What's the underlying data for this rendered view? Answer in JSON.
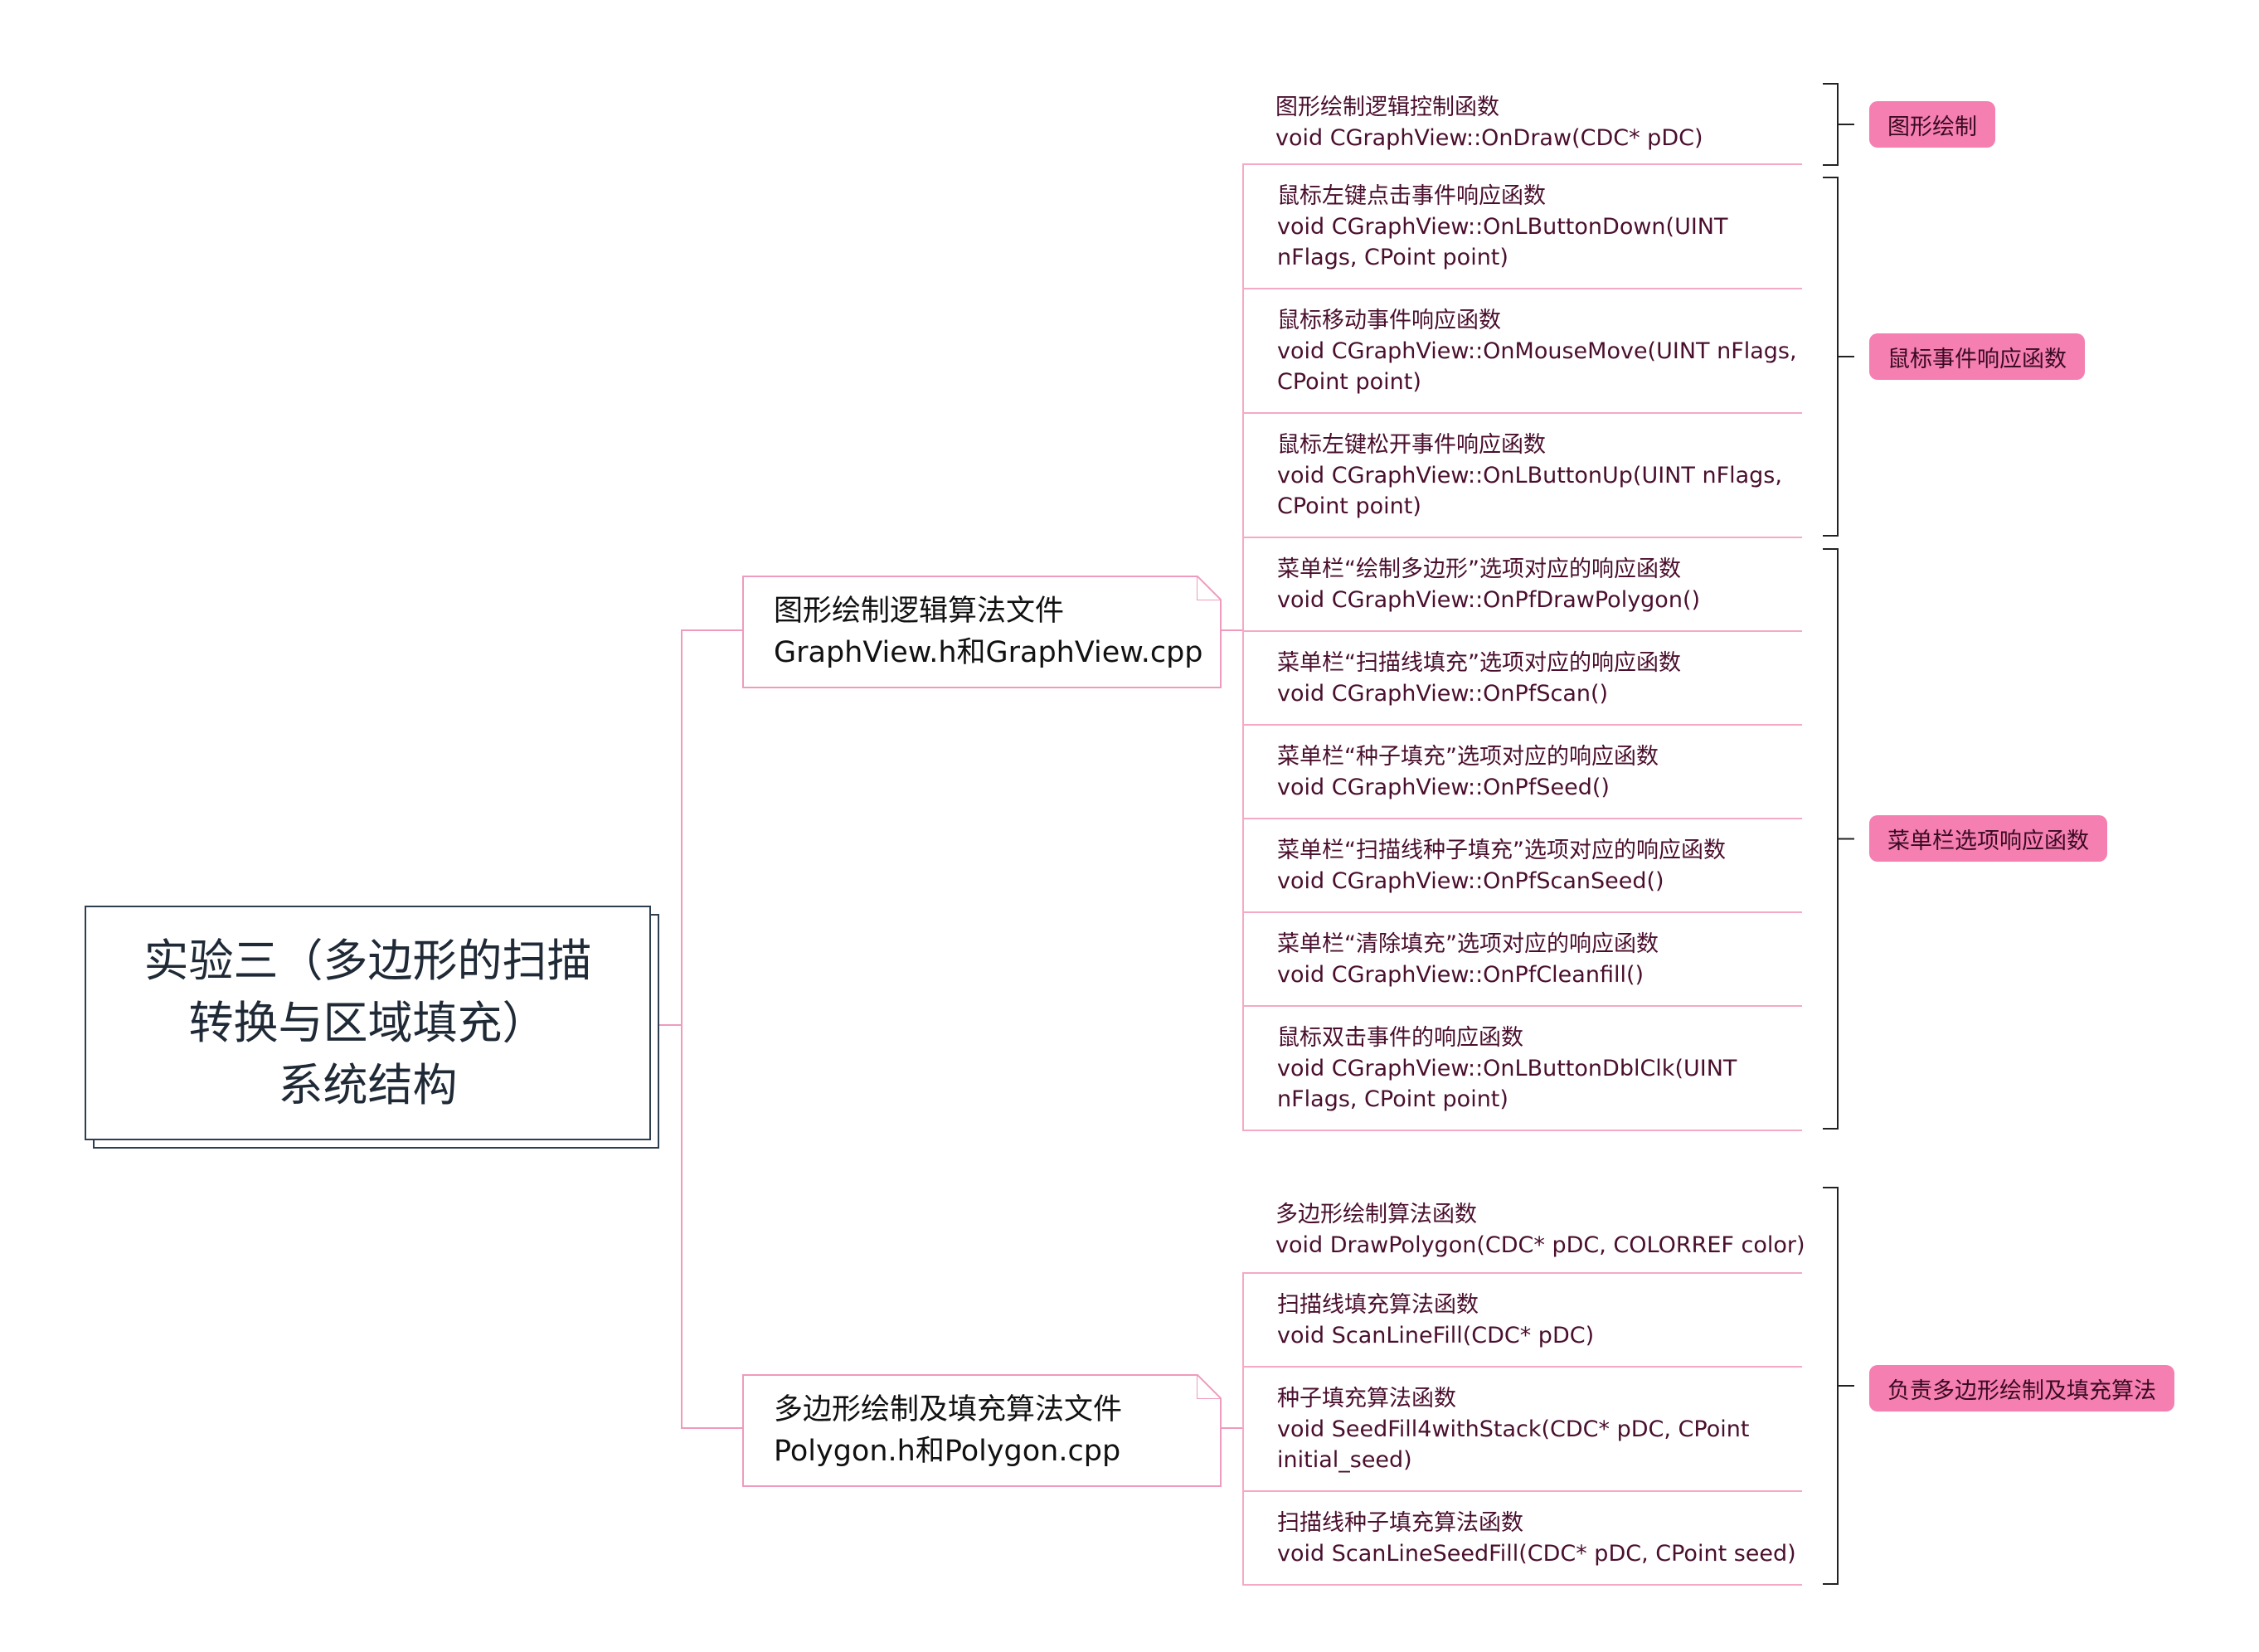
{
  "colors": {
    "connector": "#ef9bbd",
    "root_border": "#2c3e50",
    "leaf_text": "#4a0f2e",
    "label_fill": "#f47fb0",
    "bracket": "#222222"
  },
  "root": {
    "title": "实验三（多边形的扫描\n转换与区域填充）\n系统结构"
  },
  "files": [
    {
      "line1": "图形绘制逻辑算法文件",
      "line2": "GraphView.h和GraphView.cpp",
      "leaves": [
        {
          "desc": "图形绘制逻辑控制函数",
          "code1": "void CGraphView::OnDraw(CDC* pDC)",
          "code2": ""
        },
        {
          "desc": "鼠标左键点击事件响应函数",
          "code1": "void CGraphView::OnLButtonDown(UINT",
          "code2": "nFlags, CPoint point)"
        },
        {
          "desc": "鼠标移动事件响应函数",
          "code1": "void CGraphView::OnMouseMove(UINT nFlags,",
          "code2": "CPoint point)"
        },
        {
          "desc": "鼠标左键松开事件响应函数",
          "code1": "void CGraphView::OnLButtonUp(UINT nFlags,",
          "code2": "CPoint point)"
        },
        {
          "desc": "菜单栏“绘制多边形”选项对应的响应函数",
          "code1": "void CGraphView::OnPfDrawPolygon()",
          "code2": ""
        },
        {
          "desc": "菜单栏“扫描线填充”选项对应的响应函数",
          "code1": "void CGraphView::OnPfScan()",
          "code2": ""
        },
        {
          "desc": "菜单栏“种子填充”选项对应的响应函数",
          "code1": "void CGraphView::OnPfSeed()",
          "code2": ""
        },
        {
          "desc": "菜单栏“扫描线种子填充”选项对应的响应函数",
          "code1": "void CGraphView::OnPfScanSeed()",
          "code2": ""
        },
        {
          "desc": "菜单栏“清除填充”选项对应的响应函数",
          "code1": "void CGraphView::OnPfCleanfill()",
          "code2": ""
        },
        {
          "desc": "鼠标双击事件的响应函数",
          "code1": "void CGraphView::OnLButtonDblClk(UINT",
          "code2": "nFlags, CPoint point)"
        }
      ]
    },
    {
      "line1": "多边形绘制及填充算法文件",
      "line2": "Polygon.h和Polygon.cpp",
      "leaves": [
        {
          "desc": "多边形绘制算法函数",
          "code1": "void DrawPolygon(CDC* pDC, COLORREF color)",
          "code2": ""
        },
        {
          "desc": "扫描线填充算法函数",
          "code1": "void ScanLineFill(CDC* pDC)",
          "code2": ""
        },
        {
          "desc": "种子填充算法函数",
          "code1": "void SeedFill4withStack(CDC* pDC, CPoint",
          "code2": "initial_seed)"
        },
        {
          "desc": "扫描线种子填充算法函数",
          "code1": "void ScanLineSeedFill(CDC* pDC, CPoint seed)",
          "code2": ""
        }
      ]
    }
  ],
  "summaries": [
    {
      "label": "图形绘制"
    },
    {
      "label": "鼠标事件响应函数"
    },
    {
      "label": "菜单栏选项响应函数"
    },
    {
      "label": "负责多边形绘制及填充算法"
    }
  ]
}
